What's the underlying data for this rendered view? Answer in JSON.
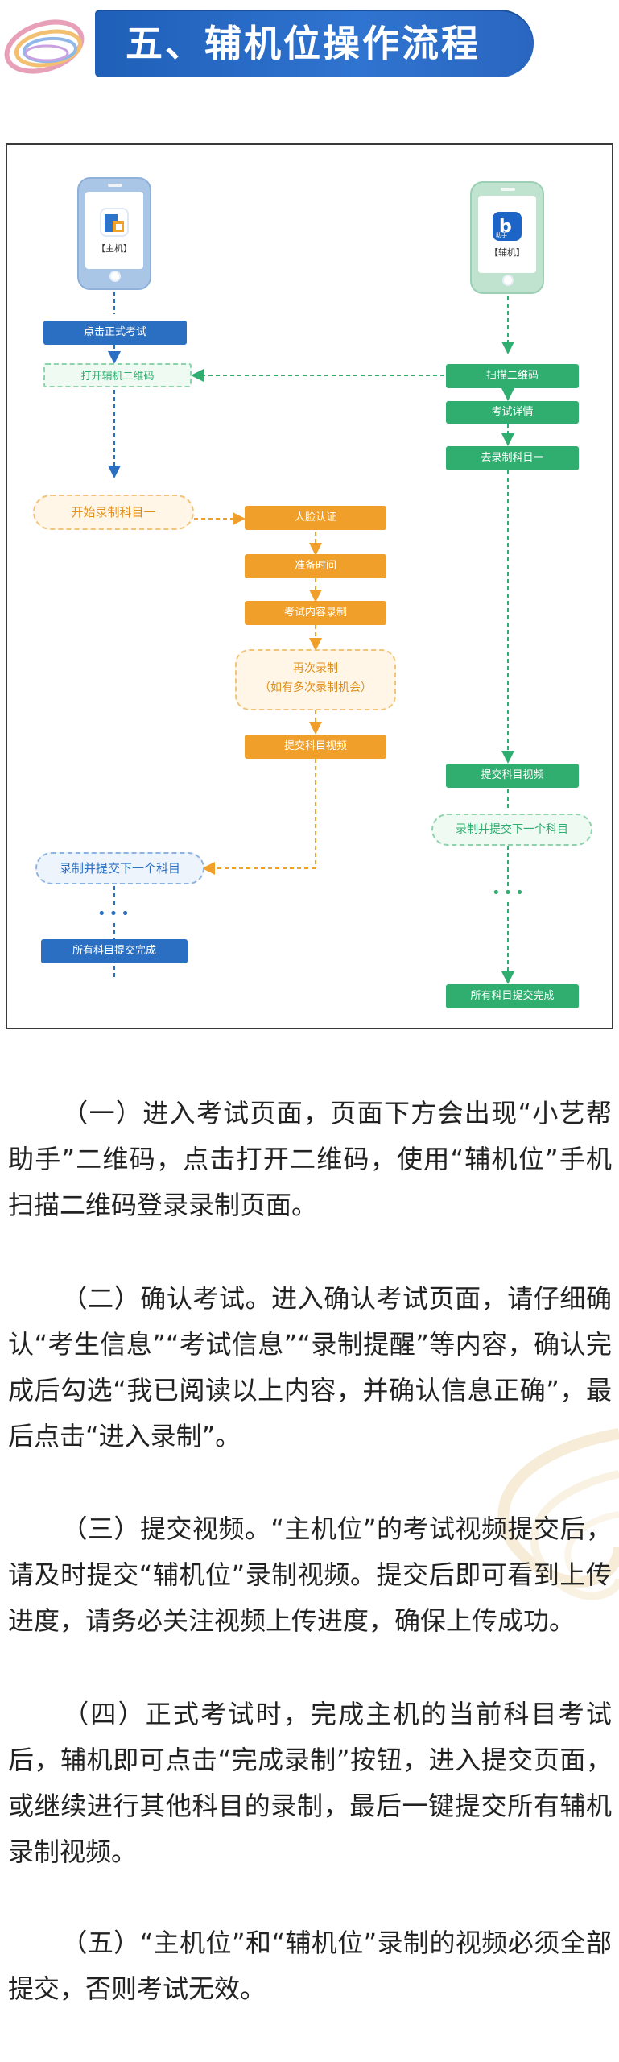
{
  "header": {
    "title": "五、辅机位操作流程"
  },
  "flowchart": {
    "main_phone_label": "【主机】",
    "aux_phone_label": "【辅机】",
    "aux_icon_text": "助手",
    "main_steps": {
      "start_exam": "点击正式考试",
      "open_qr": "打开辅机二维码",
      "start_record": "开始录制科目一",
      "record_next": "录制并提交下一个科目",
      "all_done": "所有科目提交完成"
    },
    "center_steps": {
      "face_auth": "人脸认证",
      "prepare": "准备时间",
      "record_content": "考试内容录制",
      "rerecord": "再次录制",
      "rerecord_note": "（如有多次录制机会）",
      "submit_video": "提交科目视频"
    },
    "aux_steps": {
      "scan_qr": "扫描二维码",
      "exam_detail": "考试详情",
      "go_record": "去录制科目一",
      "submit_video": "提交科目视频",
      "record_next": "录制并提交下一个科目",
      "all_done": "所有科目提交完成"
    },
    "ellipsis": "•••",
    "colors": {
      "main_blue": "#2b6fc2",
      "aux_green": "#2fae6f",
      "step_orange": "#f0a02a"
    }
  },
  "paragraphs": [
    {
      "id": "p1",
      "text": "（一）进入考试页面，页面下方会出现“小艺帮助手”二维码，点击打开二维码，使用“辅机位”手机扫描二维码登录录制页面。"
    },
    {
      "id": "p2",
      "text": "（二）确认考试。进入确认考试页面，请仔细确认“考生信息”“考试信息”“录制提醒”等内容，确认完成后勾选“我已阅读以上内容，并确认信息正确”，最后点击“进入录制”。"
    },
    {
      "id": "p3",
      "text": "（三）提交视频。“主机位”的考试视频提交后，请及时提交“辅机位”录制视频。提交后即可看到上传进度，请务必关注视频上传进度，确保上传成功。"
    },
    {
      "id": "p4",
      "text": "（四）正式考试时，完成主机的当前科目考试后，辅机即可点击“完成录制”按钮，进入提交页面，或继续进行其他科目的录制，最后一键提交所有辅机录制视频。"
    },
    {
      "id": "p5",
      "text": "（五）“主机位”和“辅机位”录制的视频必须全部提交，否则考试无效。"
    }
  ]
}
